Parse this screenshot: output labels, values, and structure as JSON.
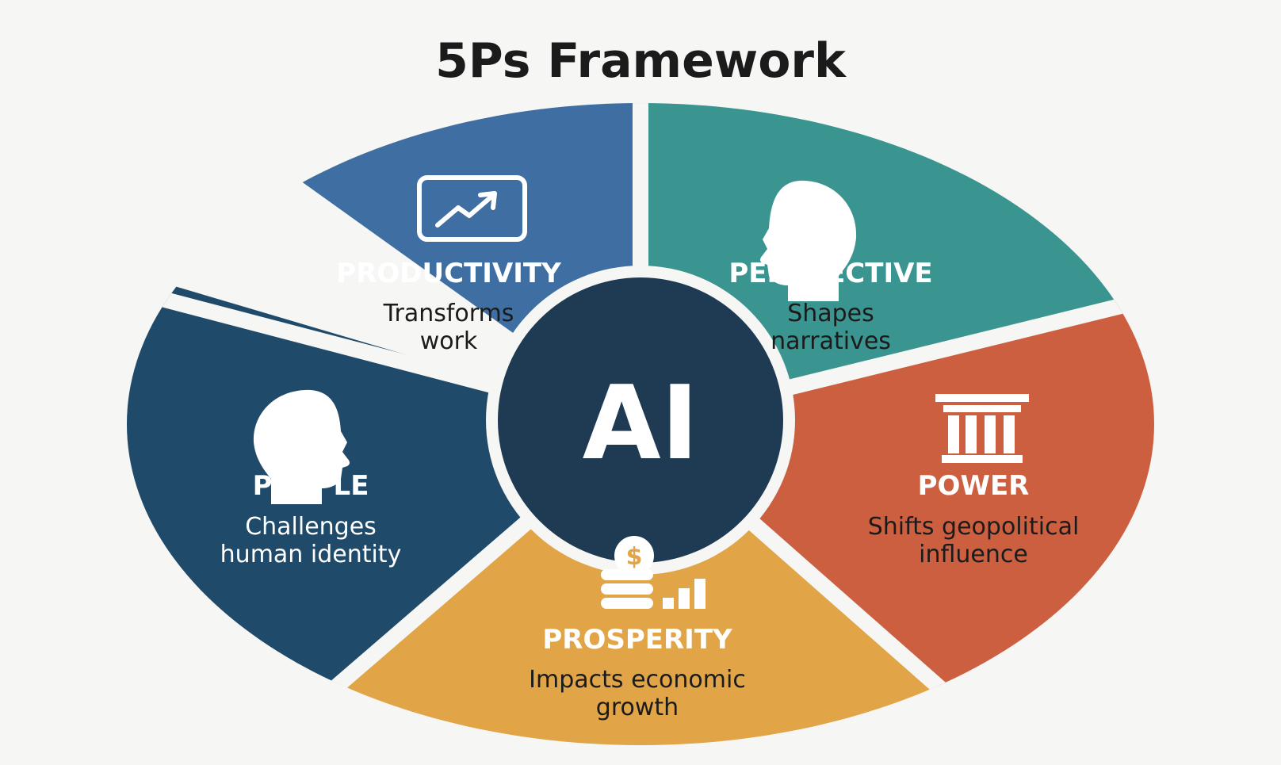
{
  "title": "5Ps Framework",
  "center": {
    "label": "AI",
    "color": "#1f3a53"
  },
  "segments": [
    {
      "key": "productivity",
      "title": "PRODUCTIVITY",
      "desc": [
        "Transforms",
        "work"
      ],
      "color": "#3f6ea2",
      "title_color": "#ffffff",
      "desc_color": "#1b1b1b",
      "icon": "growth-chart-icon"
    },
    {
      "key": "perspective",
      "title": "PERSPECTIVE",
      "desc": [
        "Shapes",
        "narratives"
      ],
      "color": "#3a948f",
      "title_color": "#ffffff",
      "desc_color": "#1b1b1b",
      "icon": "head-profile-icon"
    },
    {
      "key": "power",
      "title": "POWER",
      "desc": [
        "Shifts geopolitical",
        "influence"
      ],
      "color": "#cc5f40",
      "title_color": "#ffffff",
      "desc_color": "#1b1b1b",
      "icon": "pillar-building-icon"
    },
    {
      "key": "prosperity",
      "title": "PROSPERITY",
      "desc": [
        "Impacts economic",
        "growth"
      ],
      "color": "#e1a447",
      "title_color": "#ffffff",
      "desc_color": "#1b1b1b",
      "icon": "coins-bar-chart-icon",
      "icon_symbol": "$"
    },
    {
      "key": "people",
      "title": "PEOPLE",
      "desc": [
        "Challenges",
        "human identity"
      ],
      "color": "#1f4a6a",
      "title_color": "#ffffff",
      "desc_color": "#ffffff",
      "icon": "head-profile-icon"
    }
  ]
}
